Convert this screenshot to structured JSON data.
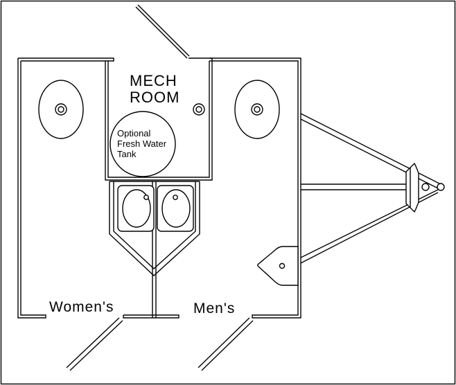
{
  "labels": {
    "mech_room": [
      "MECH",
      "ROOM"
    ],
    "water_tank": [
      "Optional",
      "Fresh Water",
      "Tank"
    ],
    "womens": "Women's",
    "mens": "Men's"
  },
  "colors": {
    "line": "#000000",
    "background": "#ffffff"
  },
  "icons": [
    "toilet-icon",
    "sink-icon",
    "drain-icon",
    "hitch-icon",
    "jack-icon"
  ]
}
